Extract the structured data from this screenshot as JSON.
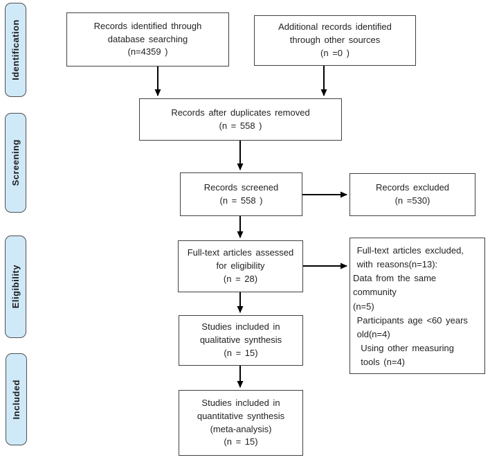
{
  "stage_labels": [
    {
      "label": "Identification"
    },
    {
      "label": "Screening"
    },
    {
      "label": "Eligibility"
    },
    {
      "label": "Included"
    }
  ],
  "boxes": {
    "identified": {
      "text": "Records identified through\ndatabase searching\n(n=4359 )"
    },
    "additional": {
      "text": "Additional records identified\nthrough other sources\n(n =0 )"
    },
    "duplicates_removed": {
      "text": "Records after duplicates removed\n(n = 558  )"
    },
    "screened": {
      "text": "Records screened\n(n = 558  )"
    },
    "records_excluded": {
      "text": "Records excluded\n(n =530)"
    },
    "fulltext_assessed": {
      "text": "Full-text articles assessed\nfor eligibility\n(n = 28)"
    },
    "fulltext_excluded": {
      "text": " Full-text articles excluded,\n with reasons(n=13):\nData from the same community\n(n=5)\n Participants age <60 years\n old(n=4)\n  Using other measuring\n  tools (n=4)"
    },
    "qualitative": {
      "text": "Studies included in\nqualitative synthesis\n(n = 15)"
    },
    "quantitative": {
      "text": "Studies included in\nquantitative synthesis\n(meta-analysis)\n(n = 15)"
    }
  },
  "colors": {
    "stage_fill": "#cfe9f8",
    "stage_border": "#4f4f4f",
    "box_border": "#3f3f3f",
    "text": "#1f1f1f",
    "arrow": "#000000"
  }
}
